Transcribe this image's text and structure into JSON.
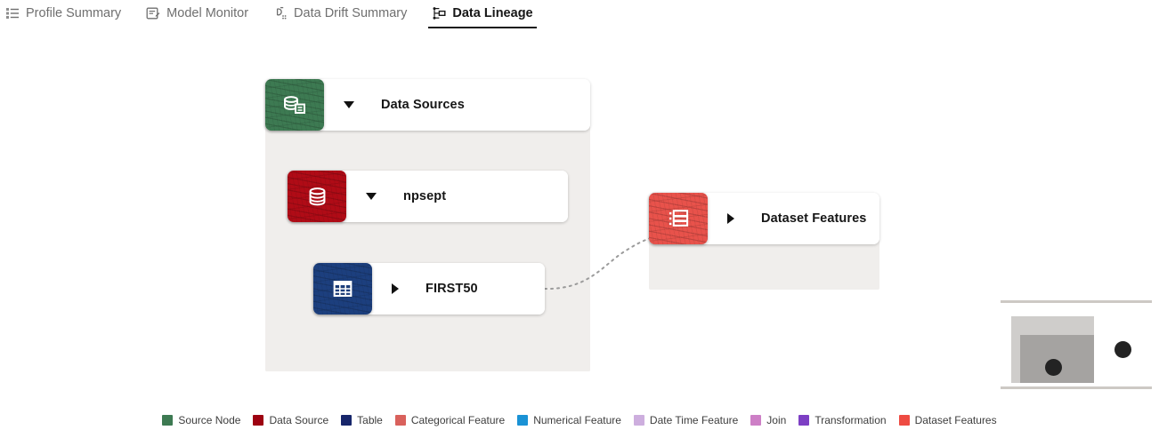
{
  "tabs": [
    {
      "label": "Profile Summary",
      "icon": "profile-summary-icon",
      "active": false
    },
    {
      "label": "Model Monitor",
      "icon": "model-monitor-icon",
      "active": false
    },
    {
      "label": "Data Drift Summary",
      "icon": "data-drift-summary-icon",
      "active": false
    },
    {
      "label": "Data Lineage",
      "icon": "data-lineage-icon",
      "active": true
    }
  ],
  "graph": {
    "nodes": [
      {
        "id": "data-sources",
        "label": "Data Sources",
        "kind": "Source Node",
        "icon": "source-database-icon",
        "color": "#3d7a52",
        "expanded": true,
        "caret": "down"
      },
      {
        "id": "npsept",
        "label": "npsept",
        "kind": "Data Source",
        "icon": "database-cylinder-icon",
        "color": "#b00b16",
        "expanded": true,
        "caret": "down"
      },
      {
        "id": "first50",
        "label": "FIRST50",
        "kind": "Table",
        "icon": "table-grid-icon",
        "color": "#1c3f7e",
        "expanded": false,
        "caret": "right"
      },
      {
        "id": "dataset-features",
        "label": "Dataset Features",
        "kind": "Dataset Features",
        "icon": "feature-list-icon",
        "color": "#e8524b",
        "expanded": false,
        "caret": "right"
      }
    ],
    "edges": [
      {
        "from": "first50",
        "to": "dataset-features",
        "style": "dotted"
      }
    ]
  },
  "minimap": {
    "name": "minimap",
    "viewport_color": "#cfcdcb",
    "group_color": "#a5a3a1",
    "dot_color": "#232323"
  },
  "legend": {
    "items": [
      {
        "label": "Source Node",
        "color": "#3d7a52"
      },
      {
        "label": "Data Source",
        "color": "#9d0211"
      },
      {
        "label": "Table",
        "color": "#17266b"
      },
      {
        "label": "Categorical Feature",
        "color": "#d9615c"
      },
      {
        "label": "Numerical Feature",
        "color": "#1a92d5"
      },
      {
        "label": "Date Time Feature",
        "color": "#cdaede"
      },
      {
        "label": "Join",
        "color": "#cd7fc6"
      },
      {
        "label": "Transformation",
        "color": "#7d3fc4"
      },
      {
        "label": "Dataset Features",
        "color": "#ee4b42"
      }
    ]
  }
}
